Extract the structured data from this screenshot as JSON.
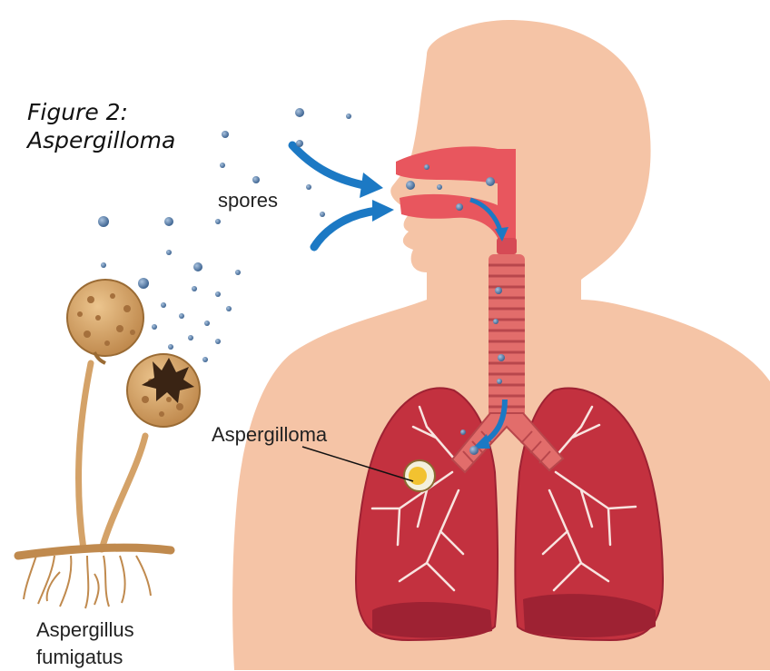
{
  "caption": {
    "line1": "Figure 2:",
    "line2": "Aspergilloma"
  },
  "labels": {
    "spores": "spores",
    "aspergilloma": "Aspergilloma",
    "organism_line1": "Aspergillus",
    "organism_line2": "fumigatus"
  },
  "colors": {
    "skin": "#f5c4a6",
    "airway": "#e8565e",
    "lung": "#c3313f",
    "lung_dark": "#9e2233",
    "trachea": "#e26d6b",
    "fungus": "#d4a268",
    "spore": "#5b7fa8",
    "arrow": "#1c79c4",
    "background": "#ffffff"
  }
}
